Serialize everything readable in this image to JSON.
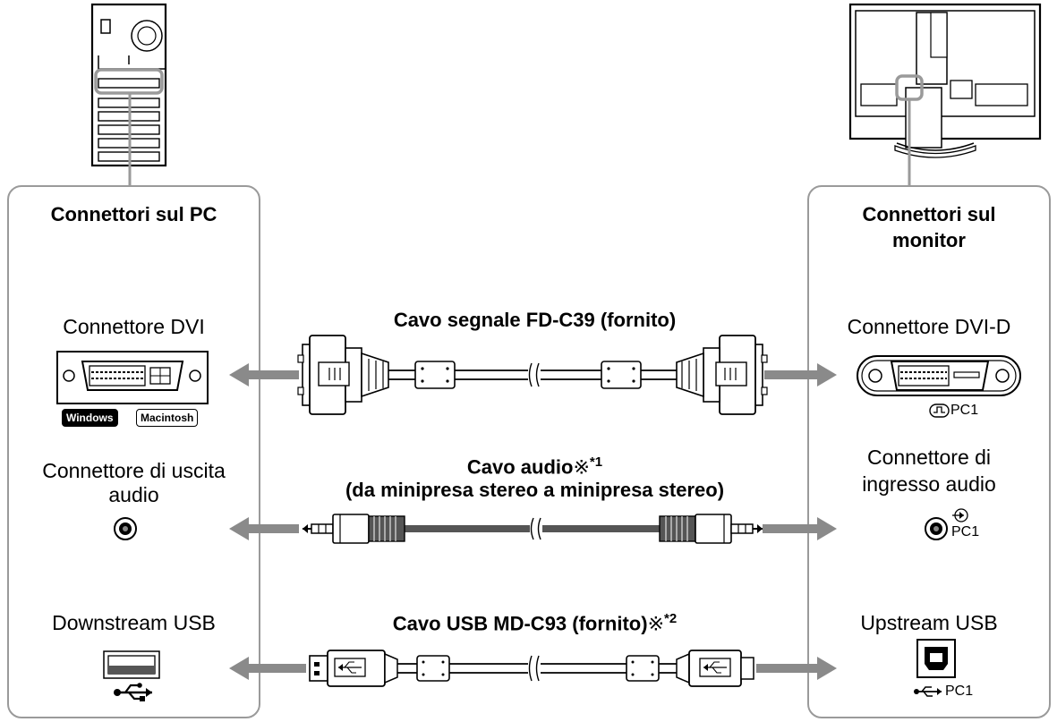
{
  "pc_panel": {
    "title": "Connettori sul PC"
  },
  "monitor_panel": {
    "title": "Connettori sul monitor",
    "title_line1": "Connettori sul",
    "title_line2": "monitor"
  },
  "pc_connectors": {
    "dvi": "Connettore DVI",
    "audio_out_line1": "Connettore di uscita",
    "audio_out_line2": "audio",
    "usb_down": "Downstream USB"
  },
  "pc_badges": {
    "windows": "Windows",
    "macintosh": "Macintosh"
  },
  "monitor_connectors": {
    "dvi_d": "Connettore DVI-D",
    "audio_in_line1": "Connettore di",
    "audio_in_line2": "ingresso audio",
    "usb_up": "Upstream USB"
  },
  "port_labels": {
    "dvi": "PC1",
    "audio": "PC1",
    "usb": "PC1"
  },
  "cables": {
    "signal": "Cavo segnale FD-C39 (fornito)",
    "audio_line1": "Cavo audio",
    "audio_note": "*1",
    "audio_line2": "(da minipresa stereo a minipresa stereo)",
    "usb": "Cavo USB MD-C93 (fornito)",
    "usb_note": "*2"
  },
  "footnote_mark": "※",
  "icons": [
    "pc-tower-icon",
    "monitor-back-icon",
    "dvi-port-icon",
    "audio-jack-icon",
    "usb-a-port-icon",
    "usb-b-port-icon",
    "usb-symbol-icon",
    "arrow-left-icon",
    "arrow-right-icon",
    "dvi-cable-icon",
    "audio-cable-icon",
    "usb-cable-icon"
  ]
}
